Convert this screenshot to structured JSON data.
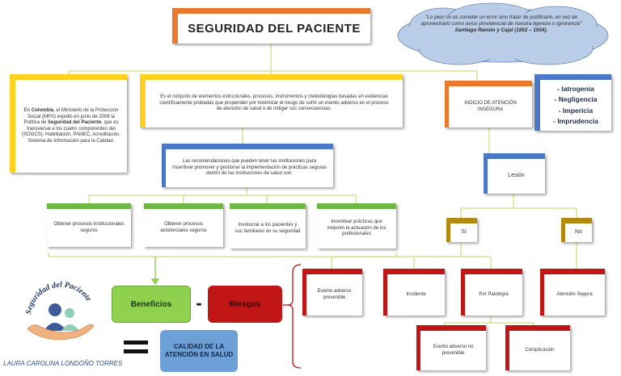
{
  "title": "SEGURIDAD DEL PACIENTE",
  "quote": {
    "text": "\"Lo peor no es cometer un error sino tratar de justificarlo, en vez de aprovecharlo como aviso providencial de nuestra ligereza o ignorancia\"",
    "author": "Santiago Ramón y Cajal (1852 – 1934)."
  },
  "colombia_note": {
    "lead": "En ",
    "country": "Colombia",
    "mid": ", el Ministerio de la Protección Social (MPS) expidió en junio de 2008 la Política de ",
    "policy": "Seguridad del Paciente",
    "tail": ", que es transversal a los cuatro componentes del (SOGCS): Habilitación, PAMEC, Acreditación, Sistema de Información para la Calidad."
  },
  "definition": "Es el conjunto de elementos estructurales, procesos, instrumentos y metodologías basadas en evidencias científicamente probadas que propenden por minimizar el riesgo de sufrir un evento adverso en el proceso de atención de salud o de mitigar sus consecuencias.",
  "recommendations": "Las recomendaciones que pueden tener las instituciones para incentivar promover y gestionar la implementación de prácticas seguras dentro de las instituciones de salud son:",
  "practices": [
    "Obtener procesos institucionales seguros",
    "Obtener procesos asistenciales seguros",
    "Involucrar a los pacientes y sus familiares en su seguridad",
    "Incentivar prácticas que mejoren la actuación de los profesionales"
  ],
  "indicio": "INDICIO DE ATENCIÓN INSEGURA",
  "causes": [
    "- Iatrogenia",
    "- Negligencia",
    "- Impericia",
    "- Imprudencia"
  ],
  "lesion": "Lesión",
  "si": "Sí",
  "no": "No",
  "si_outcomes": [
    "Evento adverso prevenible",
    "Incidente",
    "Por Patología"
  ],
  "no_outcome": "Atención Segura",
  "pathology_outcomes": [
    "Evento adverso no prevenible",
    "Complicación"
  ],
  "equation": {
    "beneficios": "Beneficios",
    "minus": "-",
    "riesgos": "Riesgos",
    "result": "CALIDAD DE LA ATENCIÓN EN SALUD"
  },
  "logo_text": "Seguridad del Paciente",
  "author": "LAURA CAROLINA LONDOÑO TORRES",
  "colors": {
    "orange": "#e8792f",
    "yellow": "#ffd21f",
    "blue": "#4a78c6",
    "green": "#6fb845",
    "red": "#c11616",
    "gold": "#b38a11",
    "cloud": "#b9cde8",
    "calidad": "#6ea0d8",
    "beneficios": "#8fd14f"
  }
}
